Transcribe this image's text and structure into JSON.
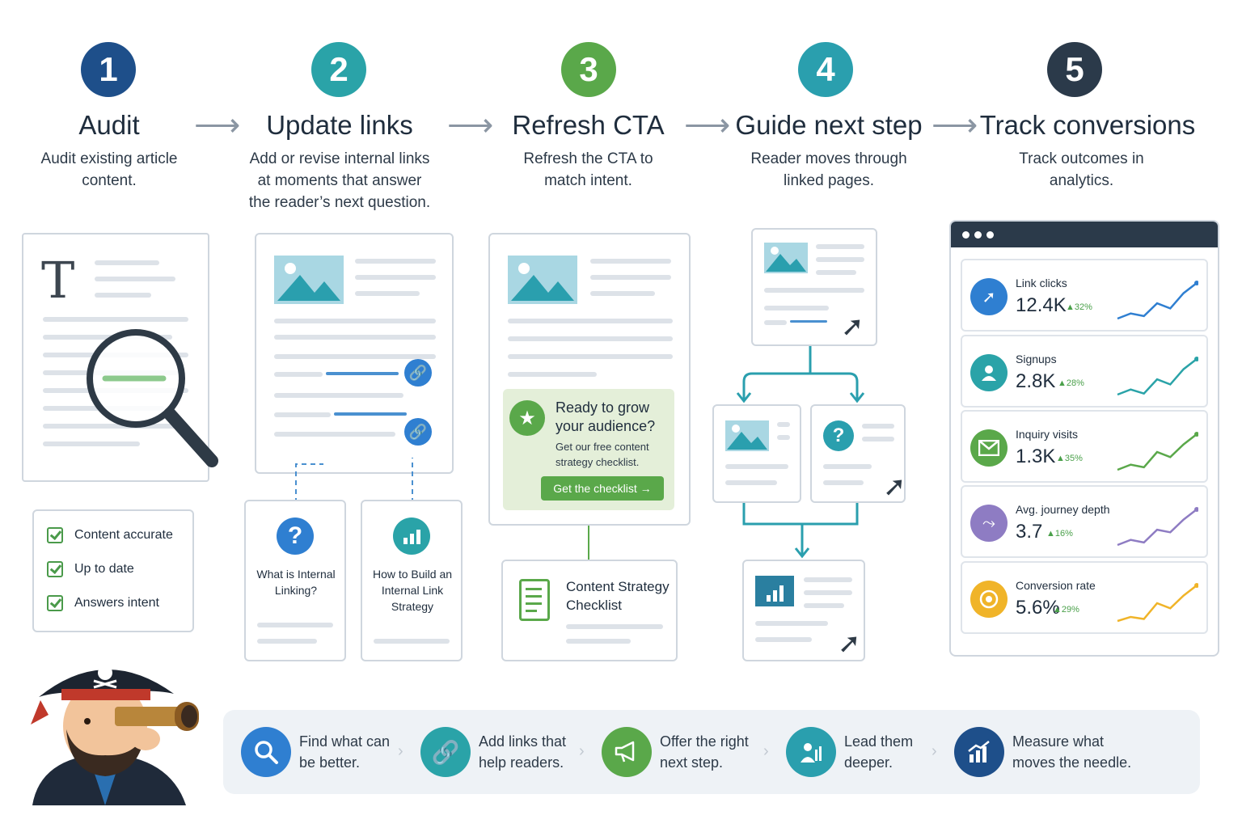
{
  "steps": [
    {
      "num": "1",
      "title": "Audit",
      "desc": "Audit existing article content.",
      "color": "#1e4f8a"
    },
    {
      "num": "2",
      "title": "Update links",
      "desc": "Add or revise internal links at moments that answer the reader’s next question.",
      "color": "#2aa3a8"
    },
    {
      "num": "3",
      "title": "Refresh CTA",
      "desc": "Refresh the CTA to match intent.",
      "color": "#5aa84a"
    },
    {
      "num": "4",
      "title": "Guide next step",
      "desc": "Reader moves through linked pages.",
      "color": "#2a9fae"
    },
    {
      "num": "5",
      "title": "Track conversions",
      "desc": "Track outcomes in analytics.",
      "color": "#2b3a4a"
    }
  ],
  "audit": {
    "doc_letter": "T",
    "checklist": [
      "Content accurate",
      "Up to date",
      "Answers intent"
    ]
  },
  "links": {
    "card_a": "What is Internal Linking?",
    "card_b": "How to Build an Internal Link Strategy"
  },
  "cta": {
    "headline": "Ready to grow your audience?",
    "subtext": "Get our free content strategy checklist.",
    "button": "Get the checklist →",
    "linked_card": "Content Strategy Checklist"
  },
  "analytics": {
    "metrics": [
      {
        "label": "Link clicks",
        "value": "12.4K",
        "delta": "▲32%",
        "color": "#2f7fd1",
        "icon": "cursor-click-icon",
        "spark": [
          2,
          3,
          2.5,
          5,
          4,
          7,
          9
        ]
      },
      {
        "label": "Signups",
        "value": "2.8K",
        "delta": "▲28%",
        "color": "#2aa3a8",
        "icon": "user-icon",
        "spark": [
          2,
          3,
          2.2,
          5,
          4,
          7,
          9
        ]
      },
      {
        "label": "Inquiry visits",
        "value": "1.3K",
        "delta": "▲35%",
        "color": "#5aa84a",
        "icon": "mail-icon",
        "spark": [
          2,
          3,
          2.5,
          5.5,
          4.5,
          7,
          9
        ]
      },
      {
        "label": "Avg. journey depth",
        "value": "3.7",
        "delta": "▲16%",
        "color": "#8e7cc3",
        "icon": "journey-icon",
        "spark": [
          2,
          3,
          2.5,
          5,
          4.5,
          7,
          9
        ]
      },
      {
        "label": "Conversion rate",
        "value": "5.6%",
        "delta": "▲29%",
        "color": "#f0b429",
        "icon": "target-icon",
        "spark": [
          2,
          2.8,
          2.4,
          5.5,
          4.5,
          7,
          9
        ]
      }
    ]
  },
  "bottom_bar": [
    {
      "text": "Find what can be better.",
      "color": "#2f7fd1",
      "icon": "search-icon"
    },
    {
      "text": "Add links that help readers.",
      "color": "#2aa3a8",
      "icon": "link-icon"
    },
    {
      "text": "Offer the right next step.",
      "color": "#5aa84a",
      "icon": "megaphone-icon"
    },
    {
      "text": "Lead them deeper.",
      "color": "#2a9fae",
      "icon": "reader-icon"
    },
    {
      "text": "Measure what moves the needle.",
      "color": "#1e4f8a",
      "icon": "growth-chart-icon"
    }
  ]
}
